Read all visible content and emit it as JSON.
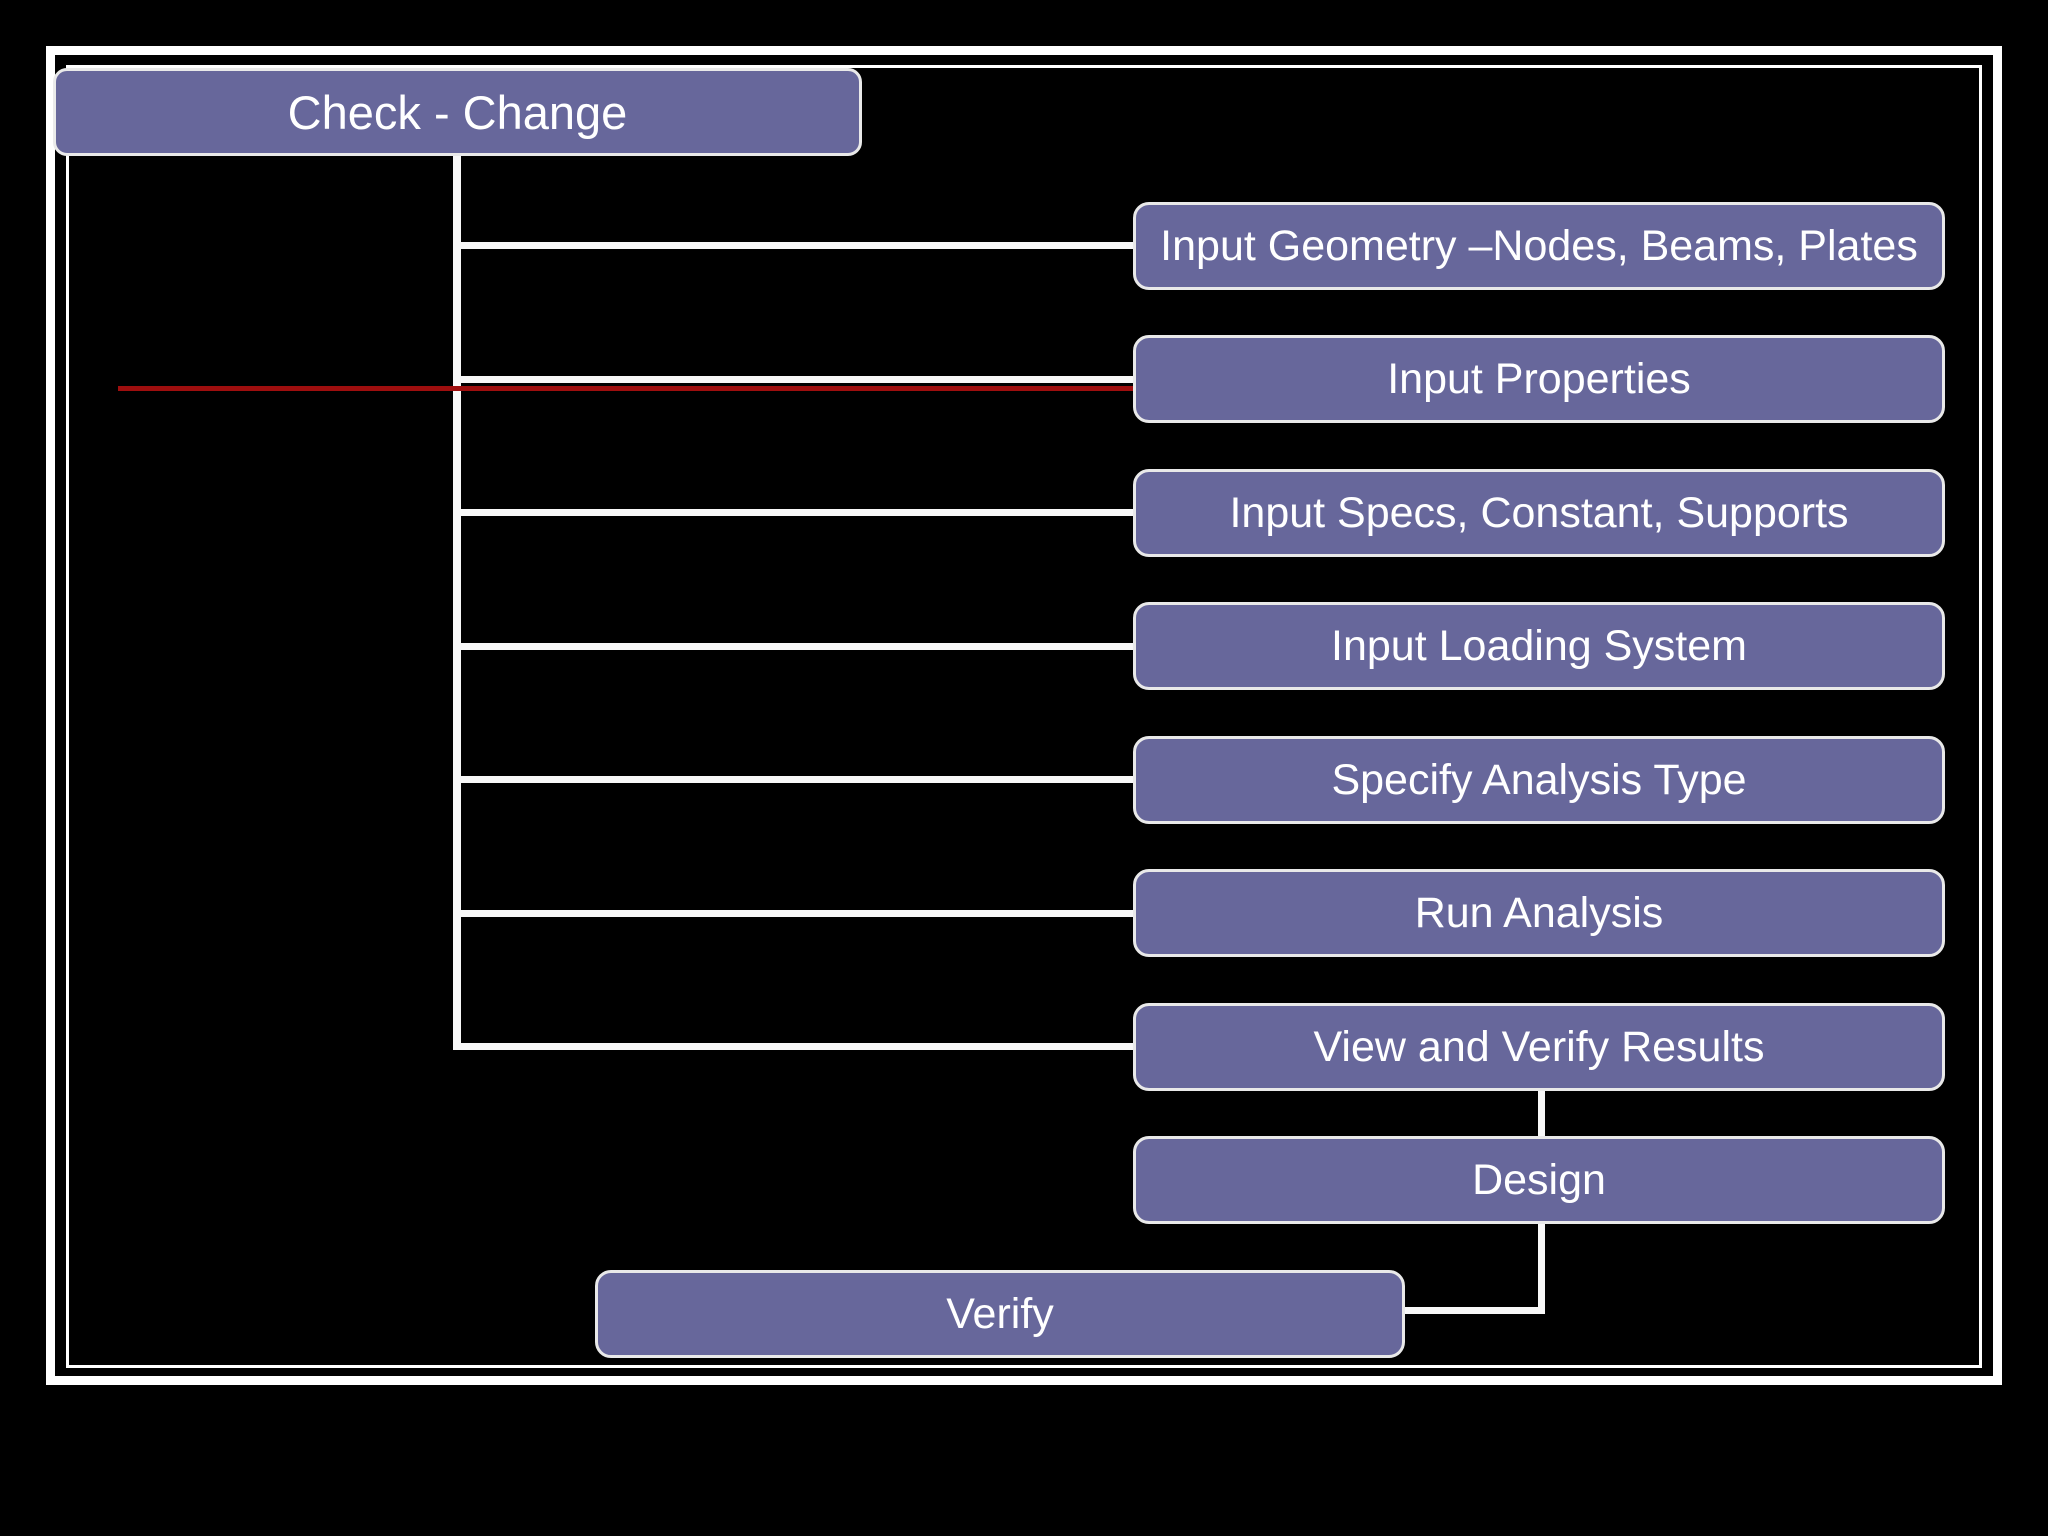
{
  "colors": {
    "background": "#000000",
    "frame_color": "#ffffff",
    "connector_color": "#f8f8f8",
    "box_fill": "#67679b",
    "box_border": "#e9e9e9",
    "text_color": "#ffffff",
    "red_line_color": "#9e0e0e"
  },
  "diagram": {
    "root": {
      "label": "Check - Change"
    },
    "steps": [
      {
        "label": "Input Geometry –Nodes, Beams, Plates"
      },
      {
        "label": "Input Properties"
      },
      {
        "label": "Input Specs, Constant, Supports"
      },
      {
        "label": "Input Loading System"
      },
      {
        "label": "Specify Analysis Type"
      },
      {
        "label": "Run Analysis"
      },
      {
        "label": "View and Verify Results"
      },
      {
        "label": "Design"
      }
    ],
    "loop_box": {
      "label": "Verify"
    }
  }
}
